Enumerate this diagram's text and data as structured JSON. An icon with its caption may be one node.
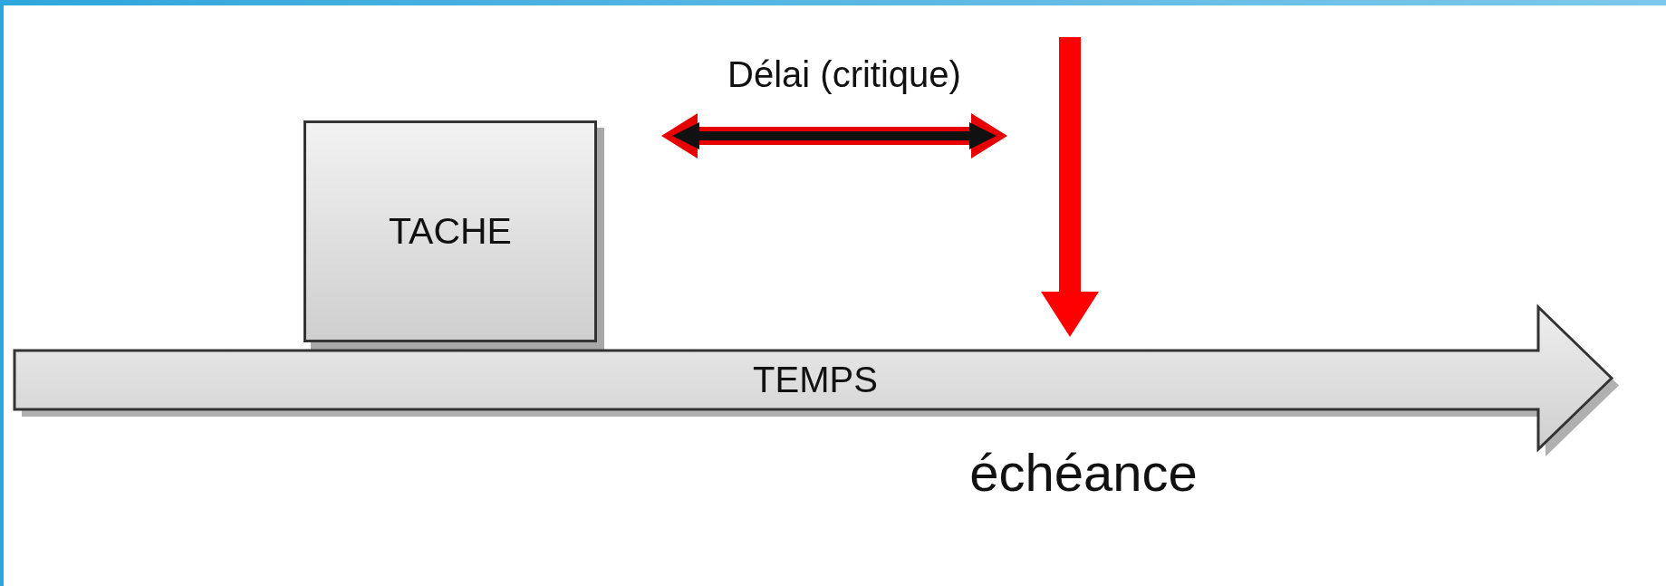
{
  "diagram": {
    "nodes": [
      {
        "text": [
          "TACHE"
        ]
      },
      {
        "text": [
          "TEMPS"
        ]
      }
    ],
    "edges": [
      {
        "from": null,
        "to": 1,
        "arrow": "to",
        "color": "#ff0000"
      }
    ],
    "labels": [
      "Délai (critique)",
      "échéance"
    ]
  }
}
